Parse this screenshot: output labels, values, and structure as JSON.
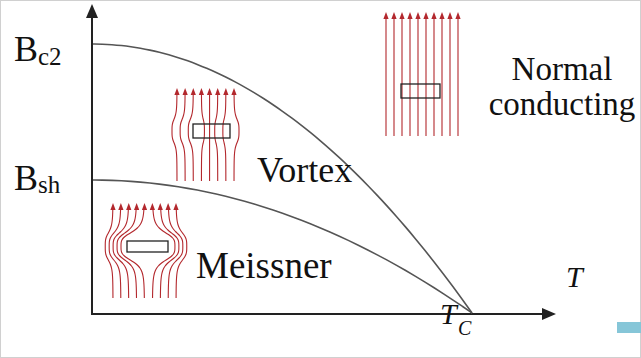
{
  "diagram": {
    "labels": [
      "B",
      "c2",
      "B",
      "sh",
      "Vortex",
      "Normal conducting",
      "Meissner",
      "T",
      "T",
      "C"
    ]
  }
}
